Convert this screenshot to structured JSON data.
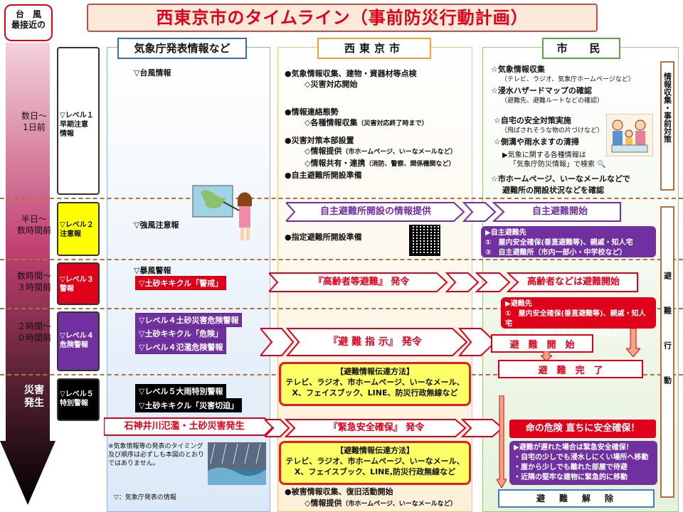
{
  "title": "西東京市のタイムライン（事前防災行動計画）",
  "typhoon_label": {
    "line1": "台　風",
    "line2": "最接近の"
  },
  "headers": {
    "jma": "気象庁発表情報など",
    "city": "西東京市",
    "citizens": "市　民"
  },
  "time_labels": [
    {
      "line1": "数日～",
      "line2": "1日前"
    },
    {
      "line1": "半日～",
      "line2": "数時間前"
    },
    {
      "line1": "数時間～",
      "line2": "３時間前"
    },
    {
      "line1": "２時間～",
      "line2": "０時間前"
    },
    {
      "line1": "災害",
      "line2": "発生"
    }
  ],
  "levels": [
    {
      "line1": "▽レベル１",
      "line2": "早期注意",
      "line3": "情報"
    },
    {
      "line1": "▽レベル２",
      "line2": "注意報"
    },
    {
      "line1": "▽レベル３",
      "line2": "警報"
    },
    {
      "line1": "▽レベル４",
      "line2": "危険警報"
    },
    {
      "line1": "▽レベル５",
      "line2": "特別警報"
    }
  ],
  "jma": {
    "typhoon_info": "▽台風情報",
    "strong_wind": "▽強風注意報",
    "storm_warning": "▽暴風警報",
    "landslide_caution": "▽土砂キキクル「警戒」",
    "lv4_landslide": "▽レベル４土砂災害危険警報",
    "landslide_danger": "▽土砂キキクル「危険」",
    "lv4_flood": "▽レベル４氾濫危険警報",
    "lv5_rain": "▽レベル５大雨特別警報",
    "landslide_imminent": "▽土砂キキクル「災害切迫」",
    "disaster_event": "石神井川氾濫・土砂災害発生",
    "note": "※気象情報等の発表のタイミング及び順序は必ずしも本図のとおりではありません。",
    "legend": "▽：気象庁発表の情報"
  },
  "city": {
    "l1_items": [
      {
        "text": "●気象情報収集、建物・資器材等点検",
        "sub": ""
      },
      {
        "text": "◇災害対応開始",
        "sub": "",
        "indent": true
      },
      {
        "text": "●情報連絡態勢",
        "sub": ""
      },
      {
        "text": "◇各種情報収集",
        "sub": "（災害対応終了時まで）",
        "indent": true
      },
      {
        "text": "●災害対策本部設置",
        "sub": ""
      },
      {
        "text": "◇情報提供",
        "sub": "（市ホームページ、いーなメールなど）",
        "indent": true
      },
      {
        "text": "◇情報共有・連携",
        "sub": "（消防、警察、関係機関など）",
        "indent": true
      },
      {
        "text": "●自主避難所開設準備",
        "sub": ""
      }
    ],
    "self_evac_info": "自主避難所開設の情報提供",
    "designated_prep": "●指定避難所開設準備",
    "elderly_evac": "『高齢者等避難』 発令",
    "evac_order": "『避 難 指 示』 発令",
    "comm_title": "【避難情報伝達方法】",
    "comm_body": "テレビ、ラジオ、市ホームページ、いーなメール、X、フェイスブック、LINE、防災行政無線など",
    "emergency": "『緊急安全確保』 発令",
    "comm_title2": "【避難情報伝達方法】",
    "comm_body2": "テレビ、ラジオ、市ホームページ、いーなメール、X、フェイスブック、LINE,防災行政無線など",
    "damage": "●被害情報収集、復旧活動開始",
    "info_provide": "◇情報提供",
    "info_provide_sub": "（市ホームページ、いーなメールなど）"
  },
  "citizens": {
    "l1_items": [
      {
        "text": "☆気象情報収集",
        "sub": ""
      },
      {
        "text": "",
        "sub": "（テレビ、ラジオ、気象庁ホームページなど）"
      },
      {
        "text": "☆浸水ハザードマップの確認",
        "sub": ""
      },
      {
        "text": "",
        "sub": "（避難先、避難ルートなどの確認）"
      },
      {
        "text": "☆自宅の安全対策実施",
        "sub": ""
      },
      {
        "text": "",
        "sub": "（飛ばされそうな物の片づけなど）"
      },
      {
        "text": "☆側溝や雨水ますの清掃",
        "sub": ""
      }
    ],
    "kishou_note1": "▶気象に関する各種情報は",
    "kishou_note2": "「気象庁防災情報」で検索",
    "homepage1": "☆市ホームページ、いーなメールなどで",
    "homepage2": "避難所の開設状況などを確認",
    "self_evac_start": "自主避難開始",
    "self_evac_dest": {
      "title": "▶自主避難先",
      "items": [
        "①　屋内安全確保(垂直避難等)、親戚・知人宅",
        "②　自主避難所（市内一部小・中学校など）"
      ]
    },
    "elderly_start": "高齢者などは避難開始",
    "evac_dest": {
      "title": "▶避難先",
      "items": [
        "①　屋内安全確保(垂直避難等)、親戚・知人宅",
        "②　指定避難所（市内小・中学校など）"
      ]
    },
    "evac_start": "避　難　開　始",
    "evac_done": "避　難　完　了",
    "danger": "命の危険 直ちに安全確保！",
    "late": {
      "title": "▶避難が遅れた場合は緊急安全確保！",
      "items": [
        "・自宅の少しでも浸水しにくい場所へ移動",
        "・崖から少しでも離れた部屋で待避",
        "・近隣の堅牢な建物に緊急的に移動"
      ]
    },
    "release": "避　難　解　除"
  },
  "sidebar": {
    "top": "情報収集・事前対策",
    "bottom": "避難行動"
  },
  "colors": {
    "red": "#e0001a",
    "purple": "#7030a0",
    "brown": "#b07040",
    "yellow": "#ffff00"
  }
}
